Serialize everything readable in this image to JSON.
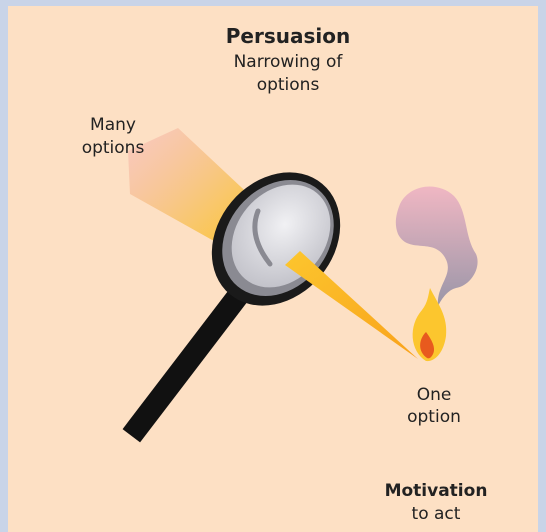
{
  "diagram": {
    "title": "Persuasion",
    "subtitle_line1": "Narrowing of",
    "subtitle_line2": "options",
    "left_label_line1": "Many",
    "left_label_line2": "options",
    "right_label_line1": "One",
    "right_label_line2": "option",
    "bottom_title": "Motivation",
    "bottom_subtitle": "to act"
  },
  "colors": {
    "frame_border": "#c9d4e8",
    "background": "#fde0c4",
    "beam_yellow": "#fcc62e",
    "beam_pink": "#f3b8b8",
    "lens_rim": "#111111",
    "lens_glass": "#c9c9d0",
    "smoke": "#b6a6b6",
    "flame_orange": "#e85a1e"
  },
  "icons": [
    "magnifying-glass-icon",
    "flame-icon",
    "smoke-icon"
  ]
}
